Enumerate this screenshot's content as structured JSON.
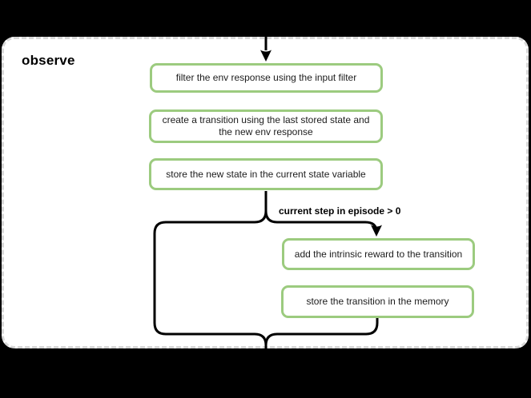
{
  "diagram": {
    "title": "observe",
    "condition_label": "current step in episode > 0",
    "nodes": [
      {
        "id": "filter-env-response",
        "label": "filter the env response using the input filter"
      },
      {
        "id": "create-transition",
        "label": "create a transition using the last stored state and the new env response"
      },
      {
        "id": "store-new-state",
        "label": "store the new state in the current state variable"
      },
      {
        "id": "add-intrinsic-reward",
        "label": "add the intrinsic reward to the transition"
      },
      {
        "id": "store-transition-memory",
        "label": "store the transition in the memory"
      }
    ],
    "colors": {
      "node_border": "#9ccb7f",
      "node_fill": "#ffffff",
      "connector": "#000000",
      "panel_bg": "#ffffff",
      "panel_border": "#d8d8d8",
      "page_bg": "#000000"
    }
  }
}
